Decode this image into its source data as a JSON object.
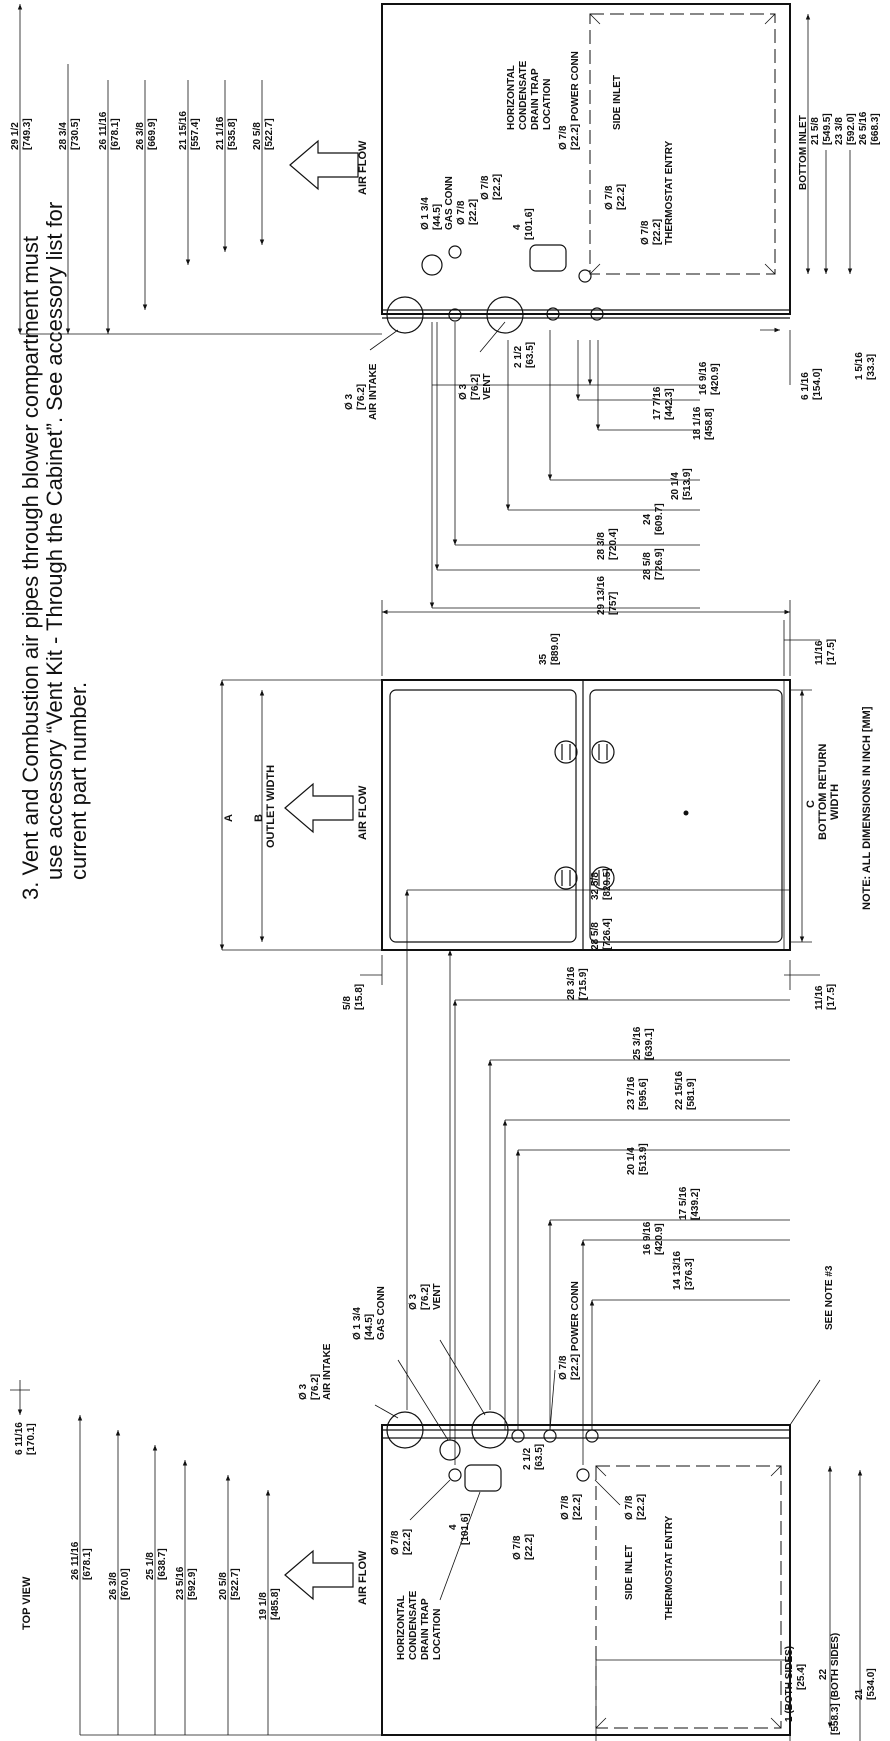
{
  "note3": [
    "3. Vent and Combustion air pipes through blower compartment must",
    "use accessory “Vent Kit - Through the Cabinet”. See accessory list for",
    "current part number."
  ],
  "top_view_label": "TOP VIEW",
  "top_view_dim": [
    "6 11/16",
    "[170.1]"
  ],
  "note_dims": "NOTE: ALL DIMENSIONS IN INCH [MM]",
  "see_note": "SEE NOTE #3",
  "front": {
    "a": "A",
    "b": [
      "B",
      "OUTLET WIDTH"
    ],
    "c": [
      "C",
      "BOTTOM RETURN",
      "WIDTH"
    ],
    "air_flow": "AIR FLOW",
    "width": [
      "35",
      "[889.0]"
    ],
    "left_off": [
      "5/8",
      "[15.8]"
    ],
    "right_off1": [
      "11/16",
      "[17.5]"
    ],
    "right_off2": [
      "11/16",
      "[17.5]"
    ]
  },
  "top_right": {
    "air_flow": "AIR FLOW",
    "heights": [
      [
        "29 1/2",
        "[749.3]"
      ],
      [
        "28 3/4",
        "[730.5]"
      ],
      [
        "26 11/16",
        "[678.1]"
      ],
      [
        "26 3/8",
        "[669.9]"
      ],
      [
        "21 15/16",
        "[557.4]"
      ],
      [
        "21 1/16",
        "[535.8]"
      ],
      [
        "20 5/8",
        "[522.7]"
      ]
    ],
    "gas": [
      "Ø 1 3/4",
      "[44.5]",
      "GAS CONN"
    ],
    "d78a": [
      "Ø 7/8",
      "[22.2]"
    ],
    "d78b": [
      "Ø 7/8",
      "[22.2]"
    ],
    "drain": [
      "HORIZONTAL",
      "CONDENSATE",
      "DRAIN TRAP",
      "LOCATION"
    ],
    "four": [
      "4",
      "[101.6]"
    ],
    "power": [
      "Ø 7/8",
      "[22.2] POWER CONN"
    ],
    "side_inlet": "SIDE INLET",
    "d78c": [
      "Ø 7/8",
      "[22.2]"
    ],
    "thermo": [
      "Ø 7/8",
      "[22.2]",
      "THERMOSTAT ENTRY"
    ],
    "bottom_inlet": [
      "BOTTOM INLET",
      "21 5/8",
      "[549.5]",
      "23 3/8",
      "[592.0]",
      "26 5/16",
      "[668.3]"
    ],
    "air_intake": [
      "Ø 3",
      "[76.2]",
      "AIR INTAKE"
    ],
    "vent": [
      "Ø 3",
      "[76.2]",
      "VENT"
    ],
    "two_half": [
      "2 1/2",
      "[63.5]"
    ],
    "horiz": [
      [
        "16 9/16",
        "[420.9]"
      ],
      [
        "17 7/16",
        "[442.3]"
      ],
      [
        "18 1/16",
        "[458.8]"
      ],
      [
        "20 1/4",
        "[513.9]"
      ],
      [
        "24",
        "[609.7]"
      ],
      [
        "28 3/8",
        "[720.4]"
      ],
      [
        "28 5/8",
        "[726.9]"
      ],
      [
        "29 13/16",
        "[757]"
      ]
    ],
    "r6": [
      "6 1/16",
      "[154.0]"
    ],
    "r15": [
      "1 5/16",
      "[33.3]"
    ]
  },
  "bottom_left": {
    "air_flow": "AIR FLOW",
    "heights": [
      [
        "26 11/16",
        "[678.1]"
      ],
      [
        "26 3/8",
        "[670.0]"
      ],
      [
        "25 1/8",
        "[638.7]"
      ],
      [
        "23 5/16",
        "[592.9]"
      ],
      [
        "20 5/8",
        "[522.7]"
      ],
      [
        "19 1/8",
        "[485.8]"
      ]
    ],
    "air_intake": [
      "Ø 3",
      "[76.2]",
      "AIR INTAKE"
    ],
    "gas": [
      "Ø 1 3/4",
      "[44.5]",
      "GAS CONN"
    ],
    "vent": [
      "Ø 3",
      "[76.2]",
      "VENT"
    ],
    "power": [
      "Ø 7/8",
      "[22.2] POWER CONN"
    ],
    "d78a": [
      "Ø 7/8",
      "[22.2]"
    ],
    "d78b": [
      "Ø 7/8",
      "[22.2]"
    ],
    "d78c": [
      "Ø 7/8",
      "[22.2]"
    ],
    "thermo": [
      "Ø 7/8",
      "[22.2]",
      "THERMOSTAT ENTRY"
    ],
    "drain": [
      "HORIZONTAL",
      "CONDENSATE",
      "DRAIN TRAP",
      "LOCATION"
    ],
    "four": [
      "4",
      "[101.6]"
    ],
    "two_half": [
      "2 1/2",
      "[63.5]"
    ],
    "side_inlet": "SIDE INLET",
    "horiz": [
      [
        "32 5/8",
        "[829.5]"
      ],
      [
        "28 5/8",
        "[726.4]"
      ],
      [
        "28 3/16",
        "[715.9]"
      ],
      [
        "25 3/16",
        "[639.1]"
      ],
      [
        "23 7/16",
        "[595.6]"
      ],
      [
        "22 15/16",
        "[581.9]"
      ],
      [
        "20 1/4",
        "[513.9]"
      ],
      [
        "17 5/16",
        "[439.2]"
      ],
      [
        "16 9/16",
        "[420.9]"
      ],
      [
        "14 13/16",
        "[376.3]"
      ]
    ],
    "one": [
      "1 (BOTH SIDES)",
      "[25.4]"
    ],
    "twentytwo": [
      "22",
      "[558.3] (BOTH SIDES)"
    ],
    "twentyone": [
      "21",
      "[534.0]"
    ]
  }
}
